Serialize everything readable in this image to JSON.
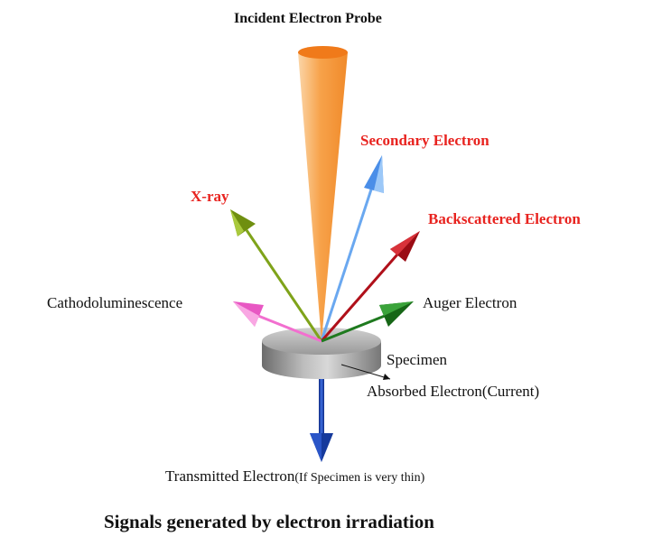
{
  "title": "Incident Electron Probe",
  "caption": "Signals generated by electron irradiation",
  "labels": {
    "secondary": "Secondary Electron",
    "xray": "X-ray",
    "backscattered": "Backscattered Electron",
    "cathodo": "Cathodoluminescence",
    "auger": "Auger Electron",
    "specimen": "Specimen",
    "absorbed": "Absorbed Electron(Current)",
    "transmitted": "Transmitted Electron",
    "transmitted_note": "(If Specimen is very thin)"
  },
  "colors": {
    "probe": "#f7a24a",
    "secondary": "#4a8ee8",
    "xray": "#7fa31a",
    "backscattered": "#b0101a",
    "cathodo": "#f26fcf",
    "auger": "#1f7a1f",
    "transmitted": "#1a3fa8",
    "highlight_text": "#e8231f"
  }
}
